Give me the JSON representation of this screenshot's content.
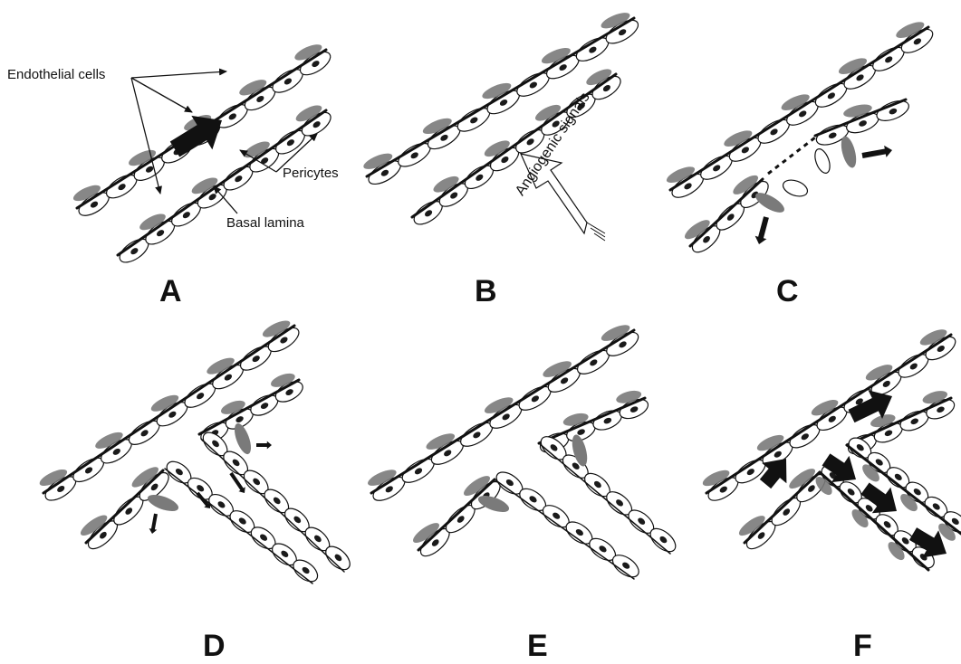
{
  "annotations": {
    "endothelial": "Endothelial cells",
    "pericytes": "Pericytes",
    "basal_lamina": "Basal lamina",
    "angiogenic": "Angiogenic signals"
  },
  "panels": [
    {
      "letter": "A"
    },
    {
      "letter": "B"
    },
    {
      "letter": "C"
    },
    {
      "letter": "D"
    },
    {
      "letter": "E"
    },
    {
      "letter": "F"
    }
  ],
  "colors": {
    "pericyte": "#7a7a7a",
    "membrane": "#111111",
    "nucleus": "#1a1a1a",
    "cell_fill": "#ffffff"
  }
}
